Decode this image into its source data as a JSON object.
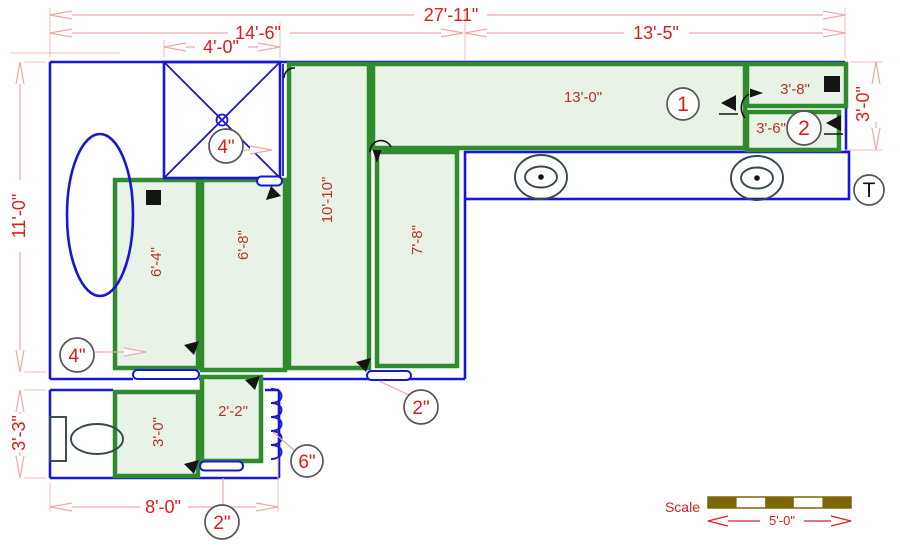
{
  "dims": {
    "total_width": "27'-11\"",
    "left_section": "14'-6\"",
    "shower_width": "4'-0\"",
    "right_section": "13'-5\"",
    "main_height": "11'-0\"",
    "right_branch_height": "3'-0\"",
    "annex_height": "3'-3\"",
    "annex_width": "8'-0\""
  },
  "pipe_runs": {
    "main_corridor": "13'-0\"",
    "branch_upper": "3'-8\"",
    "branch_lower": "3'-6\"",
    "vertical_run": "10'-10\"",
    "run_7_8": "7'-8\"",
    "run_6_4": "6'-4\"",
    "run_6_8": "6'-8\"",
    "run_3_0": "3'-0\"",
    "run_2_2": "2'-2\""
  },
  "markers": {
    "num_1": "1",
    "num_2": "2",
    "letter_t": "T",
    "shower_drain": "4\"",
    "main_drain": "4\"",
    "mid_drain": "2\"",
    "annex_drain": "2\"",
    "vent": "6\""
  },
  "scale": {
    "label": "Scale",
    "value": "5'-0\""
  },
  "colors": {
    "wall_blue": "#1717d6",
    "pipe_green": "#2e8b2e",
    "pipe_fill": "#e8f2e6",
    "dim_pink": "#f2a6a6",
    "text_red": "#e01b1b",
    "scale_brown": "#7d6608"
  }
}
